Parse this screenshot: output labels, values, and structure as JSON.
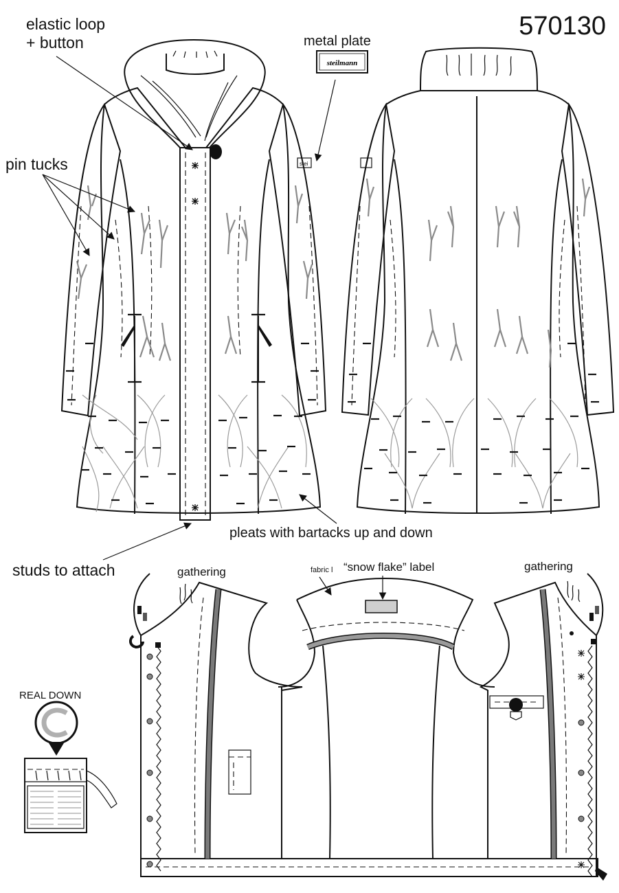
{
  "article_number": "570130",
  "annotations": {
    "elastic_loop_line1": "elastic loop",
    "elastic_loop_line2": "+ button",
    "metal_plate": "metal plate",
    "plate_brand": "steilmann",
    "sleeve_tag_text": "stei",
    "pin_tucks": "pin tucks",
    "pleats_bartacks": "pleats with bartacks up and down",
    "studs_to_attach": "studs to attach",
    "gathering_left": "gathering",
    "gathering_right": "gathering",
    "fabric_label": "fabric l",
    "snow_flake_label": "“snow flake” label",
    "real_down": "REAL  DOWN"
  },
  "colors": {
    "ink": "#111111",
    "tuck_grey": "#8a8a8a",
    "facing_grey": "#7a7a7a",
    "label_fill": "#cfcfcf"
  }
}
